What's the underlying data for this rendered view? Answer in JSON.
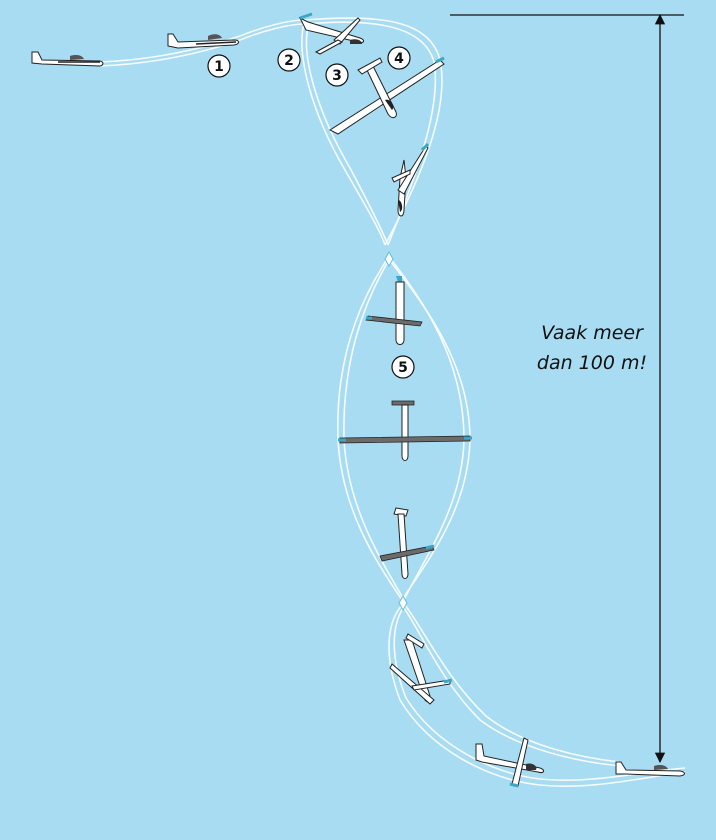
{
  "colors": {
    "background": "#a8dcf2",
    "trail": "#ffffff",
    "wing_tip": "#3aa8c4",
    "dark_wing": "#6b6b6b",
    "ink": "#111111"
  },
  "step_labels": [
    "1",
    "2",
    "3",
    "4",
    "5"
  ],
  "height_note": {
    "line1": "Vaak meer",
    "line2": "dan 100 m!"
  },
  "icons": [
    "glider-icon",
    "trail-path",
    "height-arrow"
  ]
}
